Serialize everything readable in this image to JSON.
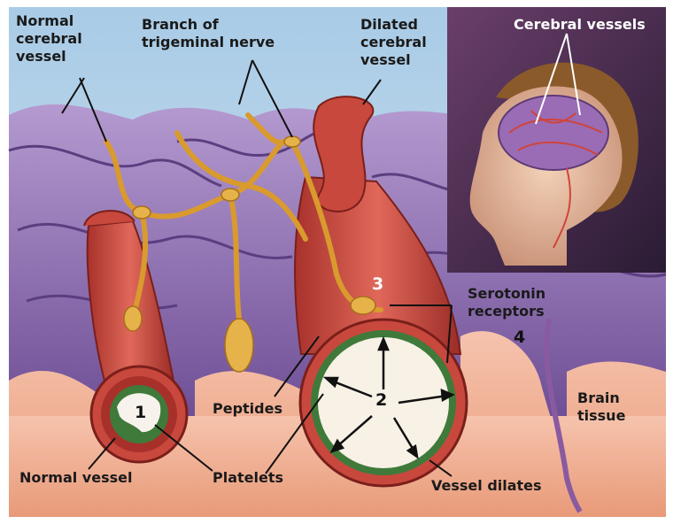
{
  "labels": {
    "normal_cerebral_vessel": [
      "Normal",
      "cerebral",
      "vessel"
    ],
    "branch_trigeminal": [
      "Branch of",
      "trigeminal nerve"
    ],
    "dilated_cerebral_vessel": [
      "Dilated",
      "cerebral",
      "vessel"
    ],
    "cerebral_vessels": "Cerebral vessels",
    "serotonin_receptors": [
      "Serotonin",
      "receptors"
    ],
    "peptides": "Peptides",
    "brain_tissue": [
      "Brain",
      "tissue"
    ],
    "normal_vessel": "Normal vessel",
    "platelets": "Platelets",
    "vessel_dilates": "Vessel dilates"
  },
  "step_numbers": {
    "one": "1",
    "two": "2",
    "three": "3",
    "four": "4"
  },
  "colors": {
    "sky": "#bcd9ee",
    "brain_purple": "#8a6bb0",
    "vessel_red": "#c8483e",
    "nerve_gold": "#e0a838",
    "tissue_peach": "#f2b69c",
    "inset_bg": "#4a2f5a",
    "platelet_green": "#3f7a3a"
  }
}
